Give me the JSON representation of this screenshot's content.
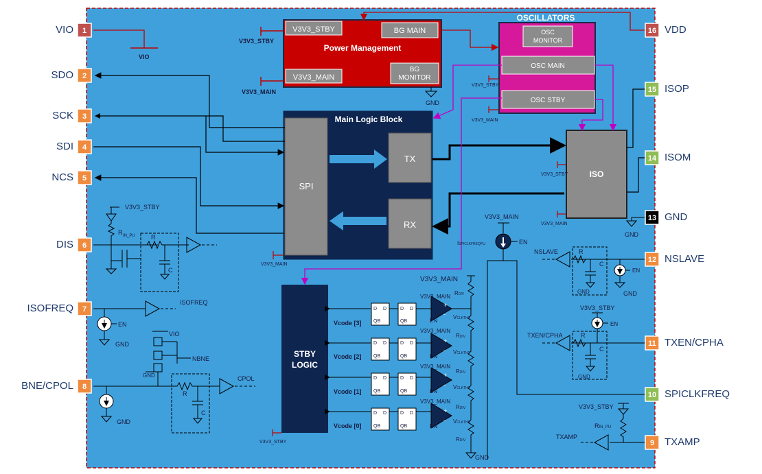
{
  "pins_left": [
    {
      "num": "1",
      "name": "VIO",
      "color": "#c0504d"
    },
    {
      "num": "2",
      "name": "SDO",
      "color": "#f08a3c"
    },
    {
      "num": "3",
      "name": "SCK",
      "color": "#f08a3c"
    },
    {
      "num": "4",
      "name": "SDI",
      "color": "#f08a3c"
    },
    {
      "num": "5",
      "name": "NCS",
      "color": "#f08a3c"
    },
    {
      "num": "6",
      "name": "DIS",
      "color": "#f08a3c"
    },
    {
      "num": "7",
      "name": "ISOFREQ",
      "color": "#f08a3c"
    },
    {
      "num": "8",
      "name": "BNE/CPOL",
      "color": "#f08a3c"
    }
  ],
  "pins_right": [
    {
      "num": "16",
      "name": "VDD",
      "color": "#c0504d"
    },
    {
      "num": "15",
      "name": "ISOP",
      "color": "#8fbd56"
    },
    {
      "num": "14",
      "name": "ISOM",
      "color": "#8fbd56"
    },
    {
      "num": "13",
      "name": "GND",
      "color": "#000000"
    },
    {
      "num": "12",
      "name": "NSLAVE",
      "color": "#f08a3c"
    },
    {
      "num": "11",
      "name": "TXEN/CPHA",
      "color": "#f08a3c"
    },
    {
      "num": "10",
      "name": "SPICLKFREQ",
      "color": "#8fbd56"
    },
    {
      "num": "9",
      "name": "TXAMP",
      "color": "#f08a3c"
    }
  ],
  "power_mgmt": {
    "title": "Power Management",
    "v3v3_stby": "V3V3_STBY",
    "v3v3_main": "V3V3_MAIN",
    "bg_main": "BG MAIN",
    "bg_monitor_1": "BG",
    "bg_monitor_2": "MONITOR"
  },
  "oscillators": {
    "title": "OSCILLATORS",
    "osc_monitor_1": "OSC",
    "osc_monitor_2": "MONITOR",
    "osc_main": "OSC MAIN",
    "osc_stby": "OSC STBY"
  },
  "main_logic": {
    "title": "Main Logic Block",
    "spi": "SPI",
    "tx": "TX",
    "rx": "RX"
  },
  "iso": "ISO",
  "stby_logic_1": "STBY",
  "stby_logic_2": "LOGIC",
  "vcode": [
    "Vcode [3]",
    "Vcode [2]",
    "Vcode [1]",
    "Vcode [0]"
  ],
  "labels": {
    "vio": "VIO",
    "gnd": "GND",
    "v3v3_stby": "V3V3_STBY",
    "v3v3_main": "V3V3_MAIN",
    "r_in_pu": "R",
    "r_in_pu_sub": "IN_PU",
    "r": "R",
    "c": "C",
    "en": "EN",
    "isofreq": "ISOFREQ",
    "nbne": "NBNE",
    "cpol": "CPOL",
    "nslave": "NSLAVE",
    "txen_cpha": "TXEN/CPHA",
    "txamp": "TXAMP",
    "i_spiclk": "I",
    "i_spiclk_sub": "SPICLKFREQPU",
    "rdiv": "R",
    "rdiv_sub": "DIV",
    "vclkth": "V",
    "vclkth_sub": "CLKTHx",
    "d": "D",
    "qb": "QB"
  }
}
